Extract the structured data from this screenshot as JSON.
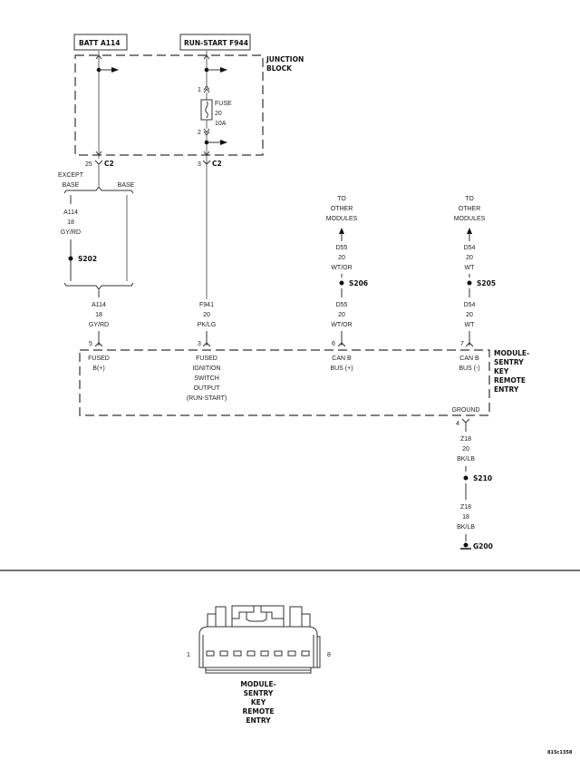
{
  "diagram": {
    "sources": {
      "batt": "BATT A114",
      "run_start": "RUN-START F944"
    },
    "junction_block": {
      "label_line1": "JUNCTION",
      "label_line2": "BLOCK",
      "fuse": {
        "pin_in": "1",
        "pin_out": "2",
        "label": "FUSE",
        "number": "20",
        "rating": "10A"
      },
      "connector_left": {
        "pin": "25",
        "name": "C2"
      },
      "connector_right": {
        "pin": "3",
        "name": "C2"
      }
    },
    "branch": {
      "except_base_line1": "EXCEPT",
      "except_base_line2": "BASE",
      "base": "BASE",
      "wire_upper": {
        "circuit": "A114",
        "gauge": "18",
        "color": "GY/RD"
      },
      "splice": "S202"
    },
    "wires": {
      "a114": {
        "circuit": "A114",
        "gauge": "18",
        "color": "GY/RD",
        "pin": "5"
      },
      "f941": {
        "circuit": "F941",
        "gauge": "20",
        "color": "PK/LG",
        "pin": "3"
      },
      "d55_upper": {
        "circuit": "D55",
        "gauge": "20",
        "color": "WT/OR"
      },
      "d55_lower": {
        "circuit": "D55",
        "gauge": "20",
        "color": "WT/OR",
        "pin": "6"
      },
      "d54_upper": {
        "circuit": "D54",
        "gauge": "20",
        "color": "WT"
      },
      "d54_lower": {
        "circuit": "D54",
        "gauge": "20",
        "color": "WT",
        "pin": "7"
      },
      "z18_upper": {
        "circuit": "Z18",
        "gauge": "20",
        "color": "BK/LB",
        "pin": "4"
      },
      "z18_lower": {
        "circuit": "Z18",
        "gauge": "18",
        "color": "BK/LB"
      }
    },
    "splices": {
      "s206": "S206",
      "s205": "S205",
      "s210": "S210",
      "g200": "G200"
    },
    "to_other_modules": {
      "line1": "TO",
      "line2": "OTHER",
      "line3": "MODULES"
    },
    "module": {
      "name_lines": [
        "MODULE-",
        "SENTRY",
        "KEY",
        "REMOTE",
        "ENTRY"
      ],
      "pins": {
        "fused_b": [
          "FUSED",
          "B(+)"
        ],
        "fused_ign": [
          "FUSED",
          "IGNITION",
          "SWITCH",
          "OUTPUT",
          "(RUN-START)"
        ],
        "can_plus": [
          "CAN B",
          "BUS (+)"
        ],
        "can_minus": [
          "CAN B",
          "BUS (-)"
        ],
        "ground": "GROUND"
      }
    },
    "connector_view": {
      "pin_first": "1",
      "pin_last": "8",
      "name_lines": [
        "MODULE-",
        "SENTRY",
        "KEY",
        "REMOTE",
        "ENTRY"
      ]
    },
    "figure_id": "815c1358"
  }
}
